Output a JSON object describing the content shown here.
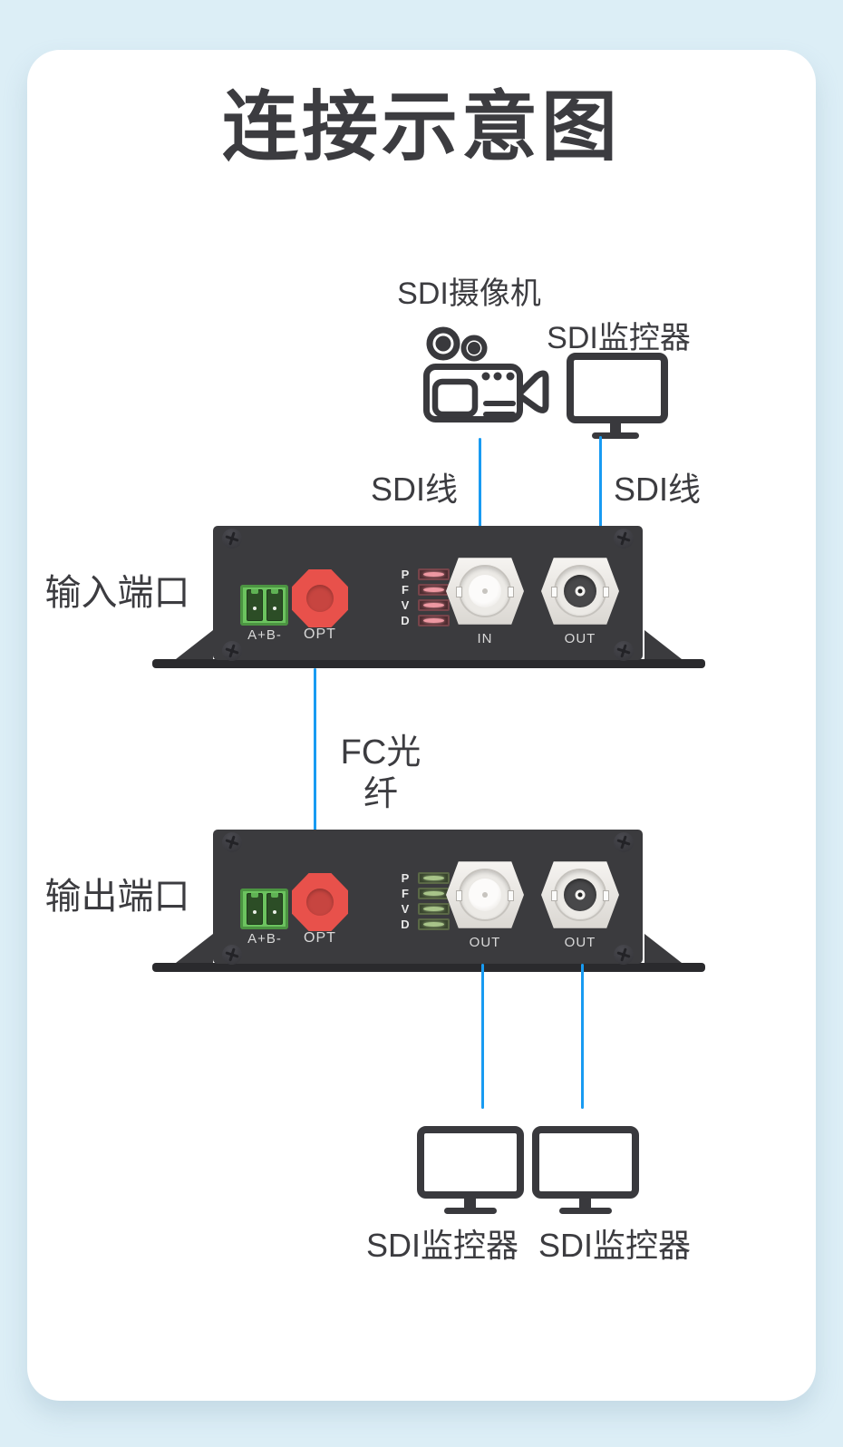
{
  "title": "连接示意图",
  "colors": {
    "page-bg": "#dceef6",
    "card-bg": "#ffffff",
    "text-dark": "#3c3c40",
    "cable-blue": "#189bf2",
    "device-body": "#3b3b3e",
    "device-dark": "#2a2a2d",
    "device-label": "#d9d9d9",
    "terminal-green": "#6cc35f",
    "terminal-green-dark": "#2c4d26",
    "opt-red": "#e8514b",
    "opt-red-dark": "#c74540",
    "led-red-lens": "#ee98a2",
    "led-red-bg": "#4f2d31",
    "led-red-frame": "#77444a",
    "led-green-lens": "#a8c489",
    "led-green-bg": "#39452e",
    "led-green-frame": "#5a6846",
    "bnc-out-center": "#48484a"
  },
  "labels": {
    "camera": "SDI摄像机",
    "monitor_top": "SDI监控器",
    "sdi_cable_left": "SDI线",
    "sdi_cable_right": "SDI线",
    "input_port": "输入端口",
    "output_port": "输出端口",
    "fiber": "FC光纤",
    "monitor_bottom_left": "SDI监控器",
    "monitor_bottom_right": "SDI监控器"
  },
  "devices": [
    {
      "side_label": "输入端口",
      "led_letters": [
        "P",
        "F",
        "V",
        "D"
      ],
      "terminal_label": "A+B-",
      "opt_label": "OPT",
      "bnc_left_label": "IN",
      "bnc_right_label": "OUT",
      "led_color": "#ee98a2"
    },
    {
      "side_label": "输出端口",
      "led_letters": [
        "P",
        "F",
        "V",
        "D"
      ],
      "terminal_label": "A+B-",
      "opt_label": "OPT",
      "bnc_left_label": "OUT",
      "bnc_right_label": "OUT",
      "led_color": "#a8c489"
    }
  ]
}
